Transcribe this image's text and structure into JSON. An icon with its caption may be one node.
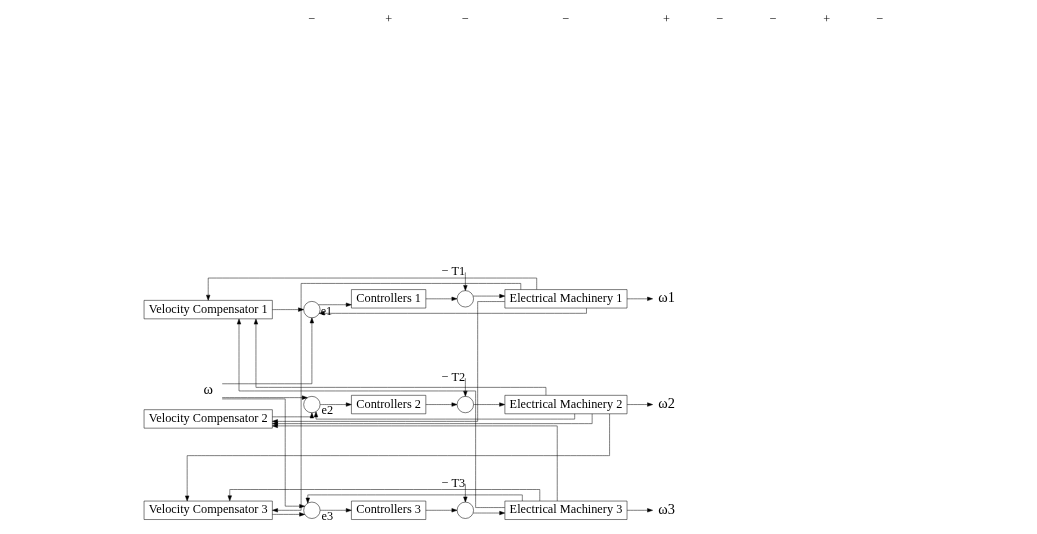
{
  "diagram": {
    "nodes": [
      {
        "text": [
          "ω"
        ]
      },
      {
        "text": [],
        "shape": "circle"
      },
      {
        "text": [
          "Controllers 1"
        ]
      },
      {
        "text": [],
        "shape": "circle"
      },
      {
        "text": [
          "Electrical Machinery 1"
        ]
      },
      {
        "text": [
          "ω1"
        ]
      },
      {
        "text": [
          "Velocity Compensator 1"
        ]
      },
      {
        "text": [],
        "shape": "circle"
      },
      {
        "text": [
          "Controllers 2"
        ]
      },
      {
        "text": [],
        "shape": "circle"
      },
      {
        "text": [
          "Electrical Machinery 2"
        ]
      },
      {
        "text": [
          "ω2"
        ]
      },
      {
        "text": [
          "Velocity Compensator 2"
        ]
      },
      {
        "text": [],
        "shape": "circle"
      },
      {
        "text": [
          "Controllers 3"
        ]
      },
      {
        "text": [],
        "shape": "circle"
      },
      {
        "text": [
          "Electrical Machinery 3"
        ]
      },
      {
        "text": [
          "ω3"
        ]
      },
      {
        "text": [
          "Velocity Compensator 3"
        ]
      }
    ],
    "edges": [
      {
        "from": 0,
        "to": 1,
        "arrow": "to"
      },
      {
        "from": 1,
        "to": 2,
        "arrow": "to",
        "label": "e1"
      },
      {
        "from": 2,
        "to": 3,
        "arrow": "to"
      },
      {
        "from": null,
        "to": 3,
        "arrow": "to",
        "label": "− T1"
      },
      {
        "from": 3,
        "to": 4,
        "arrow": "to"
      },
      {
        "from": 4,
        "to": 5,
        "arrow": "to"
      },
      {
        "from": 4,
        "to": 1,
        "arrow": "to"
      },
      {
        "from": 6,
        "to": 1,
        "arrow": "to"
      },
      {
        "from": 0,
        "to": 7,
        "arrow": "to"
      },
      {
        "from": 7,
        "to": 8,
        "arrow": "to",
        "label": "e2"
      },
      {
        "from": 8,
        "to": 9,
        "arrow": "to"
      },
      {
        "from": null,
        "to": 9,
        "arrow": "to",
        "label": "− T2"
      },
      {
        "from": 9,
        "to": 10,
        "arrow": "to"
      },
      {
        "from": 10,
        "to": 11,
        "arrow": "to"
      },
      {
        "from": 10,
        "to": 7,
        "arrow": "to"
      },
      {
        "from": 12,
        "to": 7,
        "arrow": "to"
      },
      {
        "from": 0,
        "to": 13,
        "arrow": "to"
      },
      {
        "from": 13,
        "to": 14,
        "arrow": "to",
        "label": "e3"
      },
      {
        "from": 14,
        "to": 15,
        "arrow": "to"
      },
      {
        "from": null,
        "to": 15,
        "arrow": "to",
        "label": "− T3"
      },
      {
        "from": 15,
        "to": 16,
        "arrow": "to"
      },
      {
        "from": 16,
        "to": 17,
        "arrow": "to"
      },
      {
        "from": 16,
        "to": 13,
        "arrow": "to"
      },
      {
        "from": 18,
        "to": 13,
        "arrow": "to"
      },
      {
        "from": 4,
        "to": 6,
        "arrow": "to"
      },
      {
        "from": 10,
        "to": 6,
        "arrow": "to"
      },
      {
        "from": 16,
        "to": 6,
        "arrow": "to"
      },
      {
        "from": 4,
        "to": 12,
        "arrow": "to"
      },
      {
        "from": 10,
        "to": 12,
        "arrow": "to"
      },
      {
        "from": 16,
        "to": 12,
        "arrow": "to"
      },
      {
        "from": 4,
        "to": 18,
        "arrow": "to"
      },
      {
        "from": 10,
        "to": 18,
        "arrow": "to"
      },
      {
        "from": 16,
        "to": 18,
        "arrow": "to"
      }
    ],
    "labels": [
      "−",
      "+",
      "−",
      "−",
      "+",
      "−",
      "−",
      "+",
      "−"
    ]
  }
}
